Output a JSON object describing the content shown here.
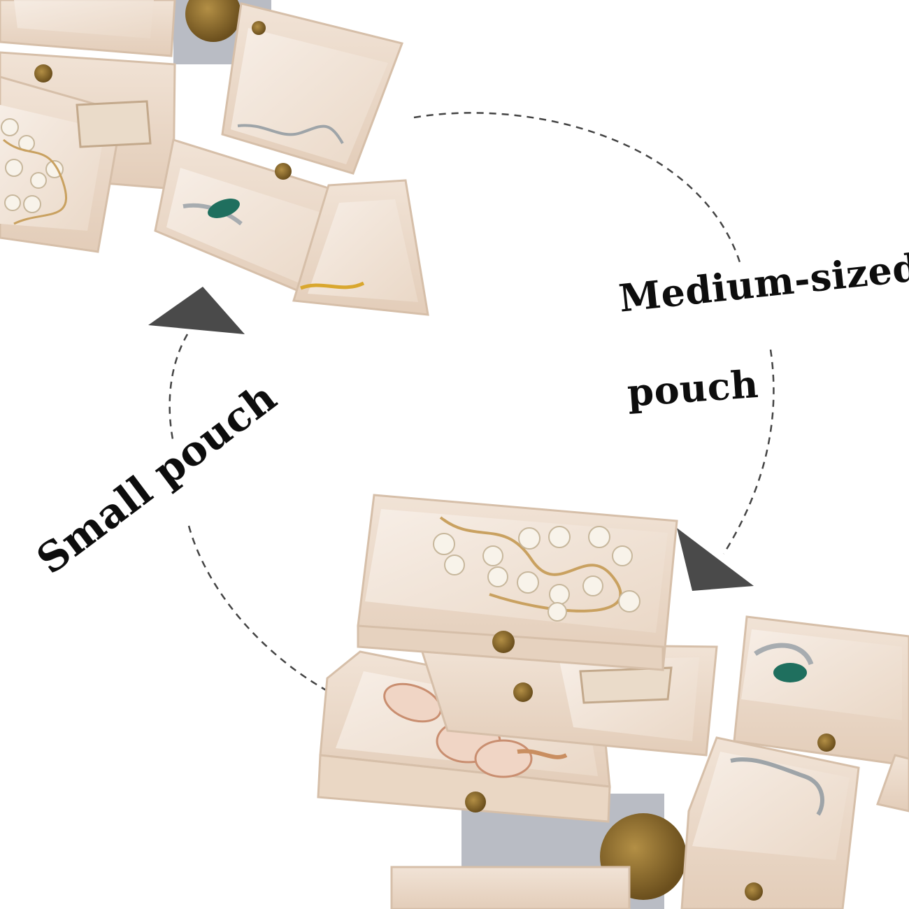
{
  "labels": {
    "medium_line1": "Medium-sized",
    "medium_line2": "pouch",
    "small": "Small pouch"
  },
  "colors": {
    "pouch": "#eddccd",
    "pouch_edge": "#d9c3ae",
    "window": "#f4e9df",
    "button": "#8a6a2c",
    "arrow": "#4a4a4a",
    "dash": "#444444",
    "fabric": "#b9bcc4"
  }
}
